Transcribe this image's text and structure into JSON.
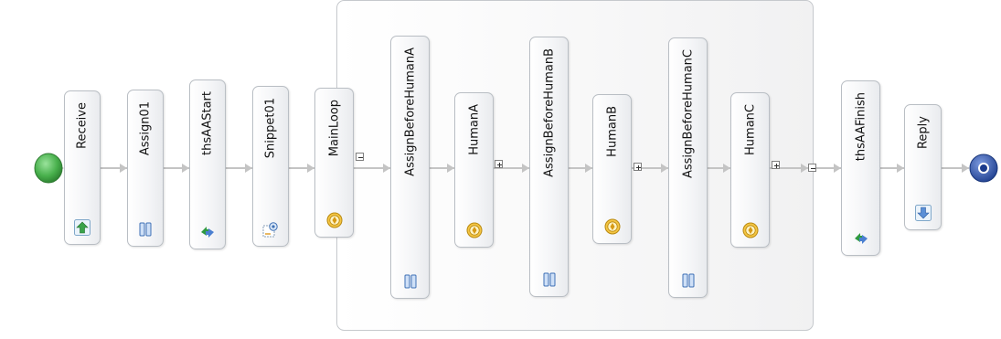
{
  "process": {
    "nodes": [
      {
        "id": "receive",
        "label": "Receive",
        "icon": "receive-arrow-icon"
      },
      {
        "id": "assign01",
        "label": "Assign01",
        "icon": "assign-bars-icon"
      },
      {
        "id": "thsaastart",
        "label": "thsAAStart",
        "icon": "invoke-arrows-icon"
      },
      {
        "id": "snippet01",
        "label": "Snippet01",
        "icon": "snippet-gear-icon"
      },
      {
        "id": "mainloop",
        "label": "MainLoop",
        "icon": "loop-circle-icon"
      },
      {
        "id": "assignbeforehumana",
        "label": "AssignBeforeHumanA",
        "icon": "assign-bars-icon"
      },
      {
        "id": "humana",
        "label": "HumanA",
        "icon": "human-task-icon"
      },
      {
        "id": "assignbeforehumanb",
        "label": "AssignBeforeHumanB",
        "icon": "assign-bars-icon"
      },
      {
        "id": "humanb",
        "label": "HumanB",
        "icon": "human-task-icon"
      },
      {
        "id": "assignbeforehumanc",
        "label": "AssignBeforeHumanC",
        "icon": "assign-bars-icon"
      },
      {
        "id": "humanc",
        "label": "HumanC",
        "icon": "human-task-icon"
      },
      {
        "id": "thsaafinish",
        "label": "thsAAFinish",
        "icon": "invoke-arrows-icon"
      },
      {
        "id": "reply",
        "label": "Reply",
        "icon": "reply-arrow-icon"
      }
    ],
    "toggles": [
      {
        "id": "mainloop-collapse",
        "symbol": "minus"
      },
      {
        "id": "humana-expand",
        "symbol": "plus"
      },
      {
        "id": "humanb-expand",
        "symbol": "plus"
      },
      {
        "id": "humanc-expand",
        "symbol": "plus"
      },
      {
        "id": "loop-end-collapse",
        "symbol": "minus"
      }
    ],
    "colors": {
      "start": "#4caf50",
      "end": "#1f3f8f",
      "connector": "#c4c4c4",
      "node_border": "#b9bec4",
      "container_border": "#c6c9cd"
    }
  }
}
